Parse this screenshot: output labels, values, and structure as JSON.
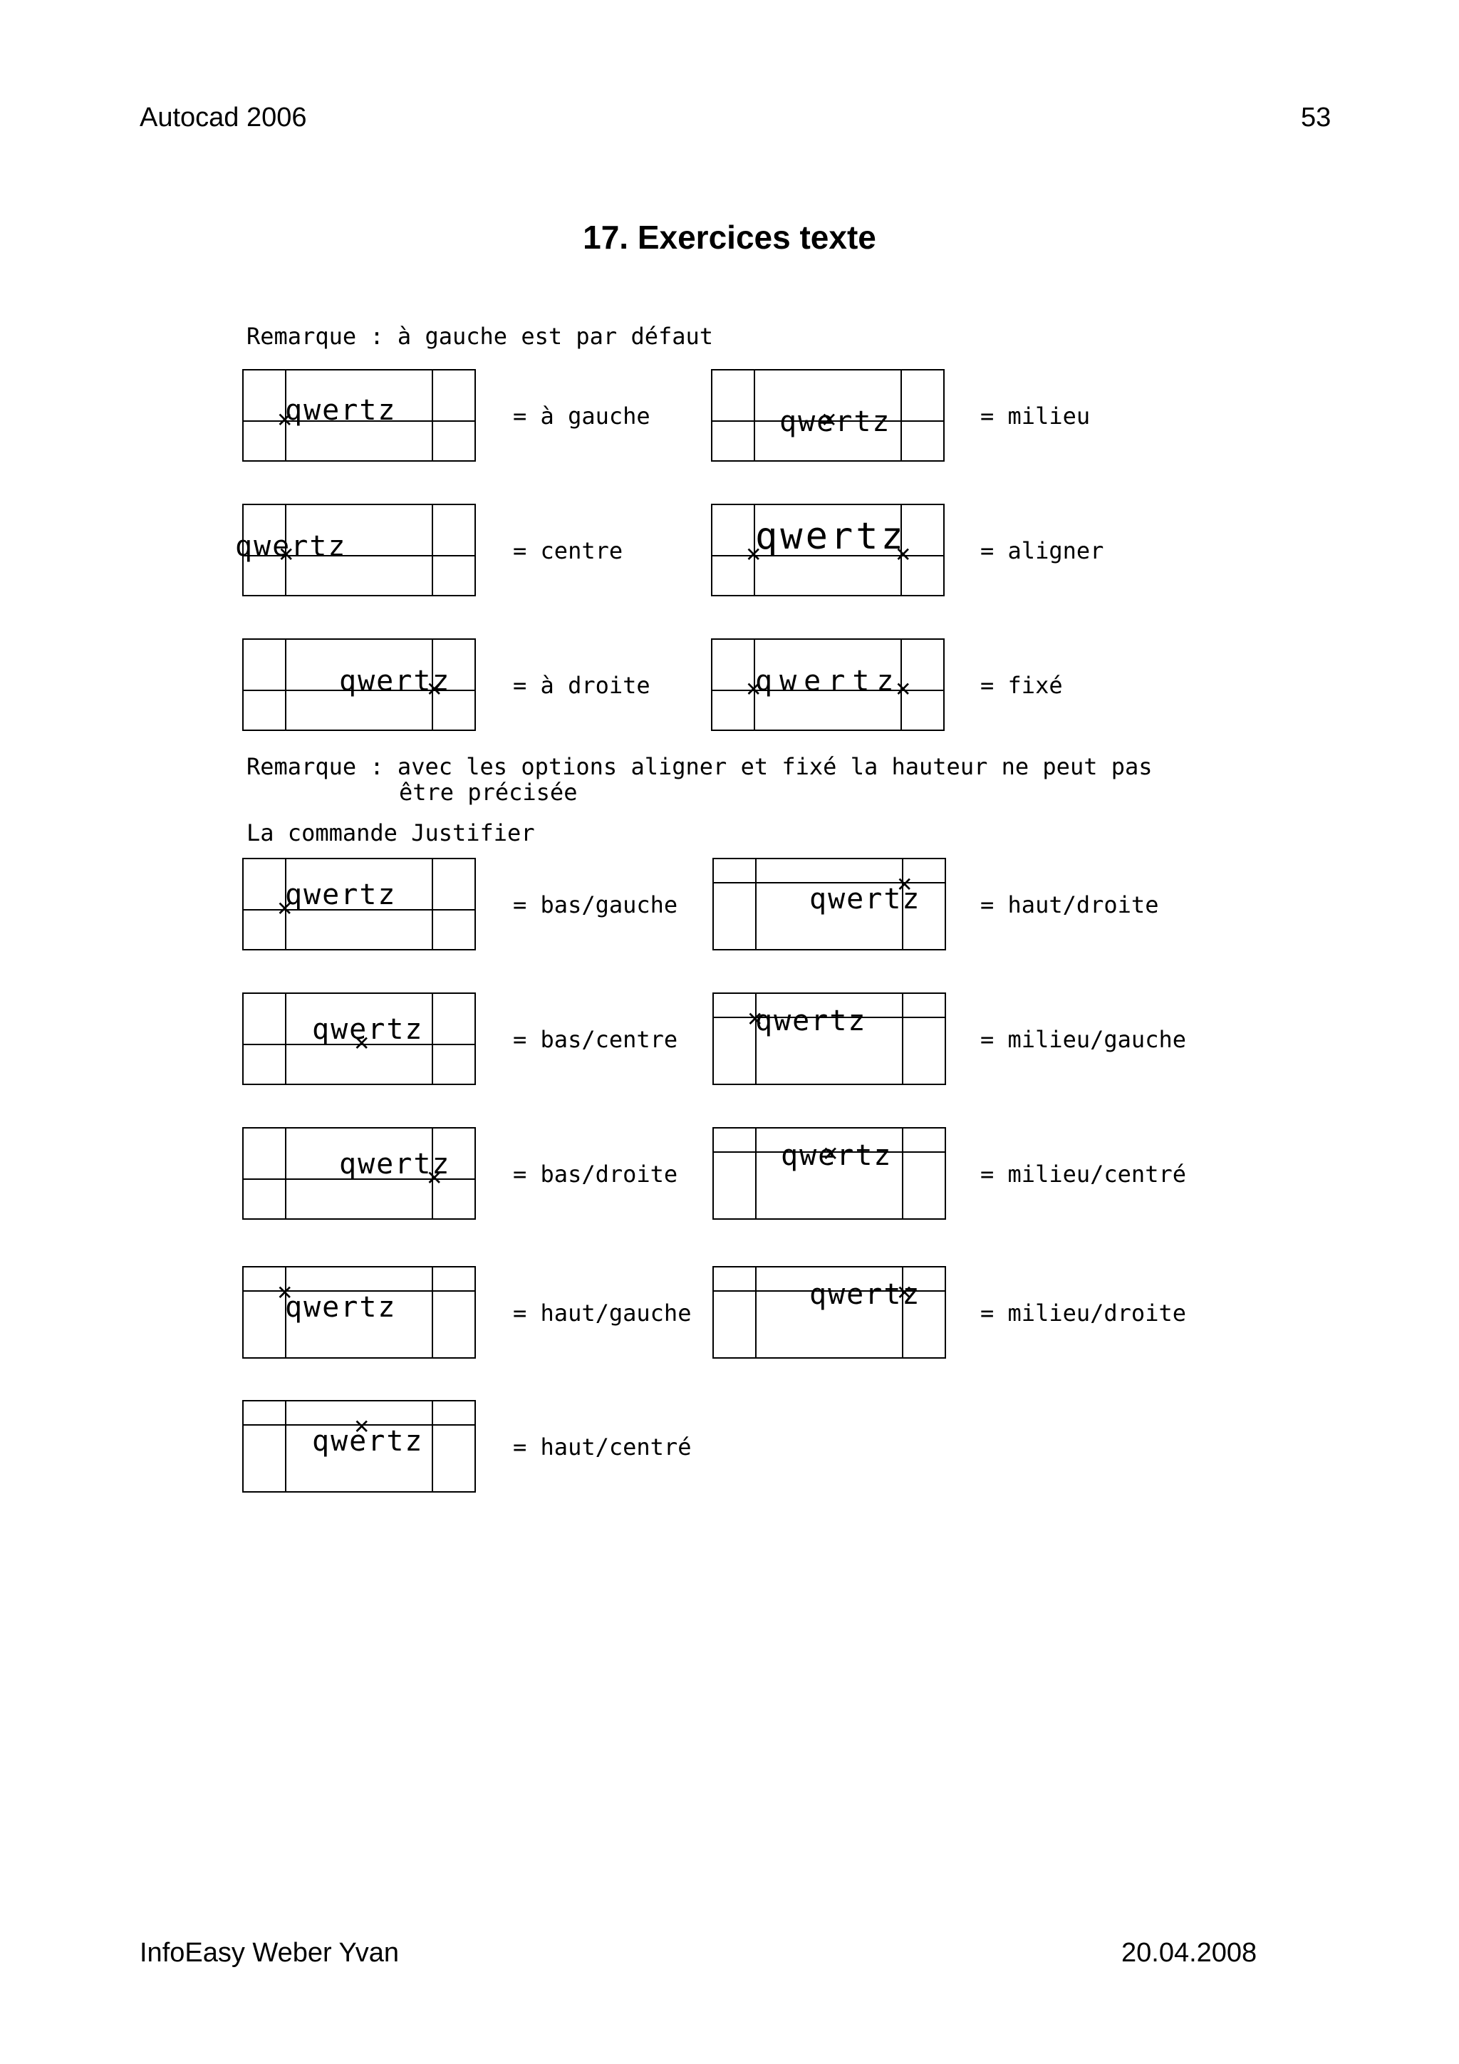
{
  "header": {
    "left": "Autocad 2006",
    "right": "53"
  },
  "title": "17.  Exercices texte",
  "remarks": {
    "r1": "Remarque : à gauche est par défaut",
    "r2a": "Remarque : avec les options aligner et fixé la hauteur ne peut pas",
    "r2b": "être précisée",
    "r3": "La commande Justifier"
  },
  "sample_text": "qwertz",
  "marker": "✕",
  "section1": [
    {
      "label": "=  à gauche"
    },
    {
      "label": "=  milieu"
    },
    {
      "label": "=  centre"
    },
    {
      "label": "=  aligner"
    },
    {
      "label": "=  à droite"
    },
    {
      "label": "=  fixé"
    }
  ],
  "section2": [
    {
      "label": "=  bas/gauche"
    },
    {
      "label": "=  haut/droite"
    },
    {
      "label": "=  bas/centre"
    },
    {
      "label": "=  milieu/gauche"
    },
    {
      "label": "=  bas/droite"
    },
    {
      "label": "=  milieu/centré"
    },
    {
      "label": "=  haut/gauche"
    },
    {
      "label": "=  milieu/droite"
    },
    {
      "label": "=  haut/centré"
    }
  ],
  "footer": {
    "left": "InfoEasy Weber Yvan",
    "right": "20.04.2008"
  }
}
